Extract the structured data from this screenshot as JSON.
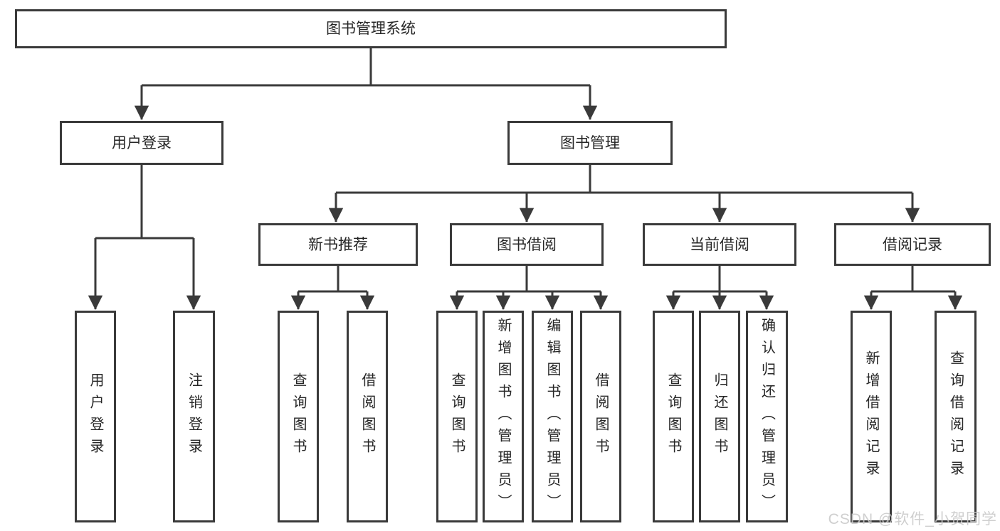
{
  "colors": {
    "line": "#3a3a3a",
    "text": "#262626",
    "background": "#ffffff",
    "watermark": "#c9c9c9"
  },
  "watermark": "CSDN @软件_小贺同学",
  "nodes": {
    "root": "图书管理系统",
    "user_login": "用户登录",
    "book_mgmt": "图书管理",
    "new_books": "新书推荐",
    "book_borrow": "图书借阅",
    "current_borrow": "当前借阅",
    "borrow_records": "借阅记录",
    "user_login_leaf": "用户登录",
    "logout_leaf": "注销登录",
    "nb_query": "查询图书",
    "nb_borrow": "借阅图书",
    "bb_query": "查询图书",
    "bb_add": "新增图书（管理员）",
    "bb_edit": "编辑图书（管理员）",
    "bb_borrow": "借阅图书",
    "cb_query": "查询图书",
    "cb_return": "归还图书",
    "cb_confirm": "确认归还（管理员）",
    "br_add": "新增借阅记录",
    "br_query": "查询借阅记录"
  },
  "hierarchy": [
    {
      "parent": "图书管理系统",
      "children": [
        "用户登录",
        "图书管理"
      ]
    },
    {
      "parent": "用户登录",
      "children": [
        "用户登录",
        "注销登录"
      ]
    },
    {
      "parent": "图书管理",
      "children": [
        "新书推荐",
        "图书借阅",
        "当前借阅",
        "借阅记录"
      ]
    },
    {
      "parent": "新书推荐",
      "children": [
        "查询图书",
        "借阅图书"
      ]
    },
    {
      "parent": "图书借阅",
      "children": [
        "查询图书",
        "新增图书（管理员）",
        "编辑图书（管理员）",
        "借阅图书"
      ]
    },
    {
      "parent": "当前借阅",
      "children": [
        "查询图书",
        "归还图书",
        "确认归还（管理员）"
      ]
    },
    {
      "parent": "借阅记录",
      "children": [
        "新增借阅记录",
        "查询借阅记录"
      ]
    }
  ]
}
